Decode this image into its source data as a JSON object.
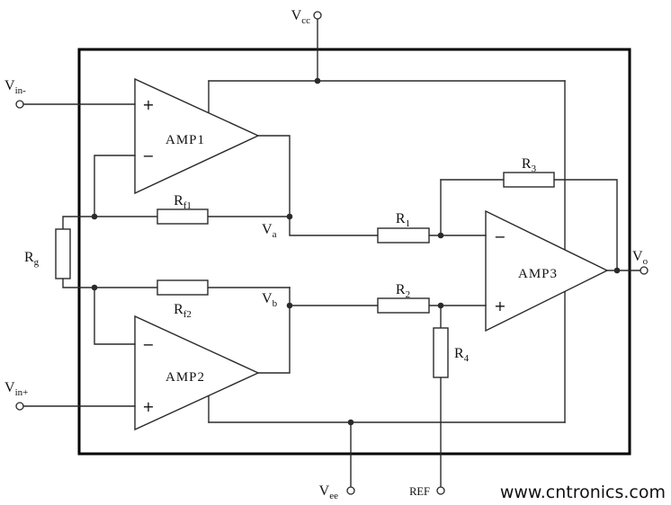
{
  "page": {
    "background": "#ffffff"
  },
  "diagram": {
    "description": "Three op-amp instrumentation amplifier schematic inside a chip boundary box",
    "wire_color": "#2a2a2a",
    "watermark": {
      "text": "www.cntronics.com",
      "color": "#a8d168"
    },
    "labels": {
      "vcc": {
        "base": "V",
        "sub": "cc"
      },
      "vee": {
        "base": "V",
        "sub": "ee"
      },
      "ref": {
        "base": "REF"
      },
      "vin_minus": {
        "base": "V",
        "sub": "in-"
      },
      "vin_plus": {
        "base": "V",
        "sub": "in+"
      },
      "vo": {
        "base": "V",
        "sub": "o"
      },
      "va": {
        "base": "V",
        "sub": "a"
      },
      "vb": {
        "base": "V",
        "sub": "b"
      },
      "rg": {
        "base": "R",
        "sub": "g"
      },
      "rf1": {
        "base": "R",
        "sub": "f1"
      },
      "rf2": {
        "base": "R",
        "sub": "f2"
      },
      "r1": {
        "base": "R",
        "sub": "1"
      },
      "r2": {
        "base": "R",
        "sub": "2"
      },
      "r3": {
        "base": "R",
        "sub": "3"
      },
      "r4": {
        "base": "R",
        "sub": "4"
      },
      "amp1": "AMP1",
      "amp2": "AMP2",
      "amp3": "AMP3",
      "plus": "+",
      "minus": "−"
    }
  }
}
